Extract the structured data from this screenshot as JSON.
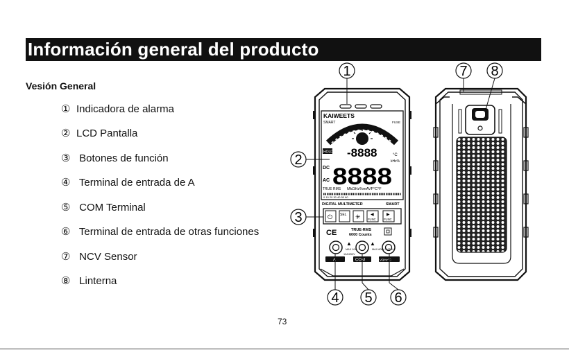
{
  "header": {
    "title": "Información general del producto"
  },
  "section": {
    "subtitle": "Vesión General"
  },
  "items": [
    {
      "num": "①",
      "label": "Indicadora de alarma"
    },
    {
      "num": "②",
      "label": "LCD Pantalla"
    },
    {
      "num": "③",
      "label": " Botones de función"
    },
    {
      "num": "④",
      "label": " Terminal de entrada de A"
    },
    {
      "num": "⑤",
      "label": " COM Terminal"
    },
    {
      "num": "⑥",
      "label": " Terminal de entrada de otras funciones"
    },
    {
      "num": "⑦",
      "label": " NCV Sensor"
    },
    {
      "num": "⑧",
      "label": " Linterna"
    }
  ],
  "figure": {
    "callouts": [
      "1",
      "2",
      "3",
      "4",
      "5",
      "6",
      "7",
      "8"
    ],
    "device": {
      "brand": "KAIWEETS",
      "smart_label": "SMART",
      "fuse_label": "FUSE",
      "hold_label": "HOLD",
      "dc_label": "DC",
      "ac_label": "AC",
      "true_rms_label": "TRUE RMS",
      "units_row": "MkΩHz%mAVF°C°F",
      "digit_small": "-8888",
      "digit_big": "8888",
      "temp_unit_c": "°C",
      "khz_label": "kHz%",
      "bar_scale": "0  10  20  30  40  50  60",
      "panel_label_left": "DIGITAL MULTIMETER",
      "panel_label_right": "SMART",
      "btn_sel": "SEL",
      "btn_func_1": "FUNC",
      "btn_func_2": "FUNC",
      "ce_label": "CE",
      "true_rms_badge": "TRUE-RMS",
      "counts_label": "6000 Counts",
      "term_a": "A",
      "term_com": "COM",
      "term_v": "VΩHz°C",
      "max_left": "MAX 10A",
      "max_right": "MAX 600V CAT III",
      "fused_label": "10A/250V"
    }
  },
  "footer": {
    "page_number": "73"
  }
}
